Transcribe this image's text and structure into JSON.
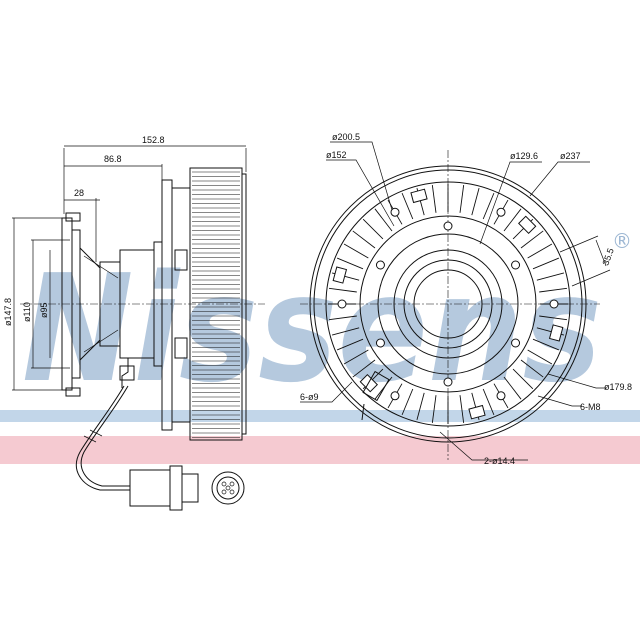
{
  "watermark": {
    "text": "Nissens",
    "registered": "®",
    "color": "#9db7d3",
    "band_color": "#f0b6c0"
  },
  "side_view": {
    "dims": {
      "overall_length": "152.8",
      "hub_length": "86.8",
      "flange_depth": "28",
      "flange_dia": "ø147.8",
      "bore_110": "ø110",
      "bore_95": "ø95"
    }
  },
  "front_view": {
    "dims": {
      "d200": "ø200.5",
      "d152": "ø152",
      "d129": "ø129.6",
      "d237": "ø237",
      "d179": "ø179.8",
      "w35": "35.5",
      "holes_9": "6-ø9",
      "holes_m8": "6-M8",
      "holes_14": "2-ø14.4"
    }
  },
  "colors": {
    "line": "#111111",
    "bg": "#ffffff"
  }
}
